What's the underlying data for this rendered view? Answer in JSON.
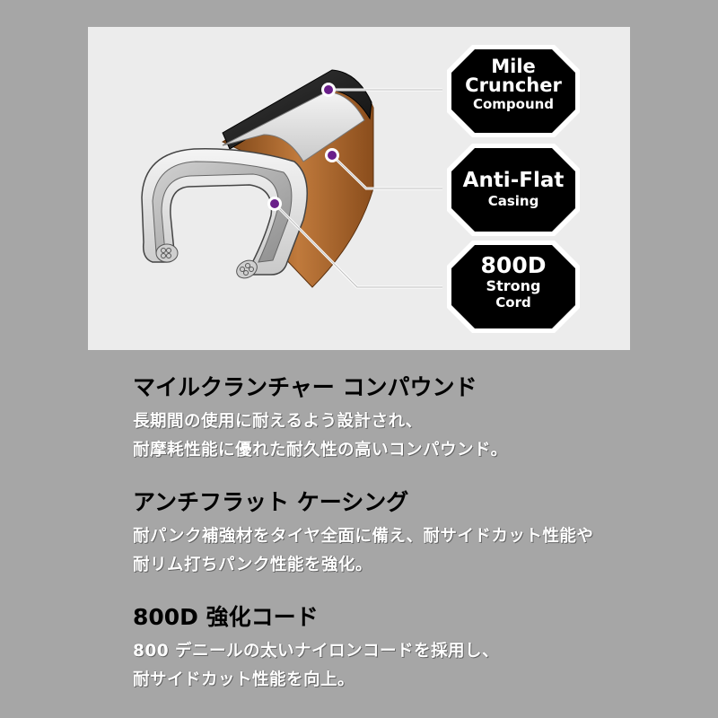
{
  "badges": [
    {
      "line1": "Mile",
      "line2": "Cruncher",
      "line3": "Compound"
    },
    {
      "line1": "Anti-Flat",
      "line2": "Casing"
    },
    {
      "line1": "800D",
      "line2": "Strong",
      "line3": "Cord"
    }
  ],
  "sections": [
    {
      "heading": "マイルクランチャー コンパウンド",
      "lines": [
        "長期間の使用に耐えるよう設計され、",
        "耐摩耗性能に優れた耐久性の高いコンパウンド。"
      ]
    },
    {
      "heading": "アンチフラット ケーシング",
      "lines": [
        "耐パンク補強材をタイヤ全面に備え、耐サイドカット性能や",
        "耐リム打ちパンク性能を強化。"
      ]
    },
    {
      "heading": "800D 強化コード",
      "lines": [
        "800 デニールの太いナイロンコードを採用し、",
        "耐サイドカット性能を向上。"
      ]
    }
  ],
  "colors": {
    "background": "#a6a6a6",
    "panel": "#ececec",
    "badge": "#000000",
    "tread_tan": "#b8753a",
    "tread_dark": "#1e1e1e",
    "marker": "#6a1f8a"
  }
}
